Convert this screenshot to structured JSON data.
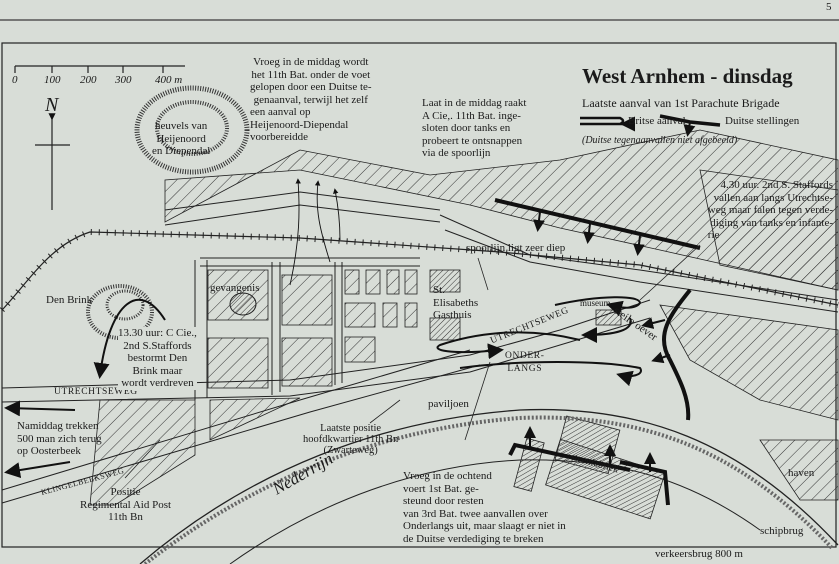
{
  "page_number": "5",
  "title": "West Arnhem - dinsdag",
  "subtitle": "Laatste aanval van 1st Parachute Brigade",
  "legend": {
    "british_attack": "Britse aanval",
    "german_positions": "Duitse stellingen",
    "note": "(Duitse tegenaanvallen niet afgebeeld)"
  },
  "scale": {
    "ticks": [
      "0",
      "100",
      "200",
      "300",
      "400 m"
    ]
  },
  "north_label": "N",
  "places": {
    "hills": [
      "heuvels van",
      "Heijenoord",
      "en Diependal"
    ],
    "den_brink": "Den Brink",
    "gevangenis": "gevangenis",
    "gasthuis": [
      "St.",
      "Elisabeths",
      "Gasthuis"
    ],
    "museum": "museum",
    "steile_oever": "steile oever",
    "paviljoen": "paviljoen",
    "nederrijn": "Nederrijn",
    "steenfabriek": "steenfabriek",
    "haven": "haven",
    "schipbrug": "schipbrug",
    "verkeersbrug": "verkeersbrug 800 m",
    "utrechtseweg_west": "UTRECHTSEWEG",
    "utrechtseweg_east": "UTRECHTSEWEG",
    "onderlangs": [
      "ONDER-",
      "LANGS"
    ],
    "klingelbeekseweg": "KLINGELBEEKSWEG"
  },
  "annotations": {
    "midday_11th": [
      "Vroeg in de middag wordt",
      "het 11th Bat. onder de voet",
      "gelopen door een Duitse te-",
      "genaanval, terwijl het zelf",
      "een aanval op",
      "Heijenoord-Diependal",
      "voorbereidde"
    ],
    "late_afternoon": [
      "Laat in de middag raakt",
      "A Cie,. 11th Bat. inge-",
      "sloten door tanks en",
      "probeert te ontsnappen",
      "via de spoorlijn"
    ],
    "staffords_430": [
      "4.30 uur. 2nd S. Staffords",
      "vallen aan langs Utrechtse-",
      "weg maar falen tegen verde-",
      "diging van tanks en infante-",
      "rie"
    ],
    "spoorlijn": "spoorlijn ligt zeer diep",
    "den_brink_1330": [
      "13.30 uur: C Cie.,",
      "2nd S.Staffords",
      "bestormt Den",
      "Brink maar",
      "wordt verdreven"
    ],
    "namiddag": [
      "Namiddag trekken",
      "500 man zich terug",
      "op Oosterbeek"
    ],
    "aid_post": [
      "Positie",
      "Regimental Aid Post",
      "11th Bn"
    ],
    "hq_11th": [
      "Laatste positie",
      "hoofdkwartier 11th Bn",
      "(Zwarteweg)"
    ],
    "morning_1st": [
      "Vroeg in de ochtend",
      "voert 1st Bat. ge-",
      "steund door resten",
      "van 3rd Bat. twee aanvallen over",
      "Onderlangs uit, maar slaagt er niet in",
      "de Duitse verdediging te breken"
    ]
  },
  "colors": {
    "paper": "#d8ddd7",
    "ink": "#1b1b1b"
  }
}
